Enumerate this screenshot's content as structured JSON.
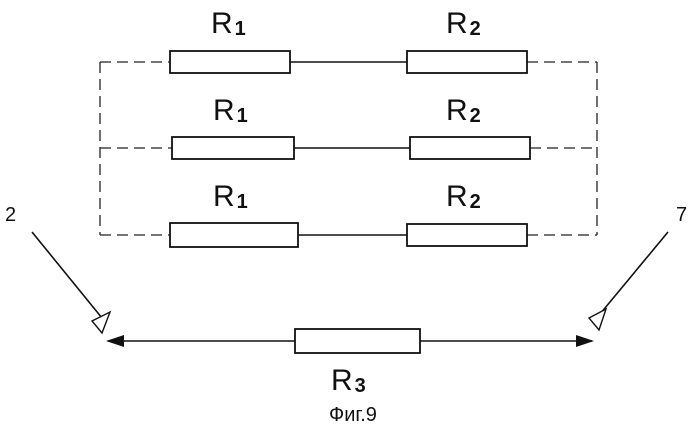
{
  "diagram": {
    "rows": [
      {
        "r1": {
          "main": "R",
          "sub": "1"
        },
        "r2": {
          "main": "R",
          "sub": "2"
        }
      },
      {
        "r1": {
          "main": "R",
          "sub": "1"
        },
        "r2": {
          "main": "R",
          "sub": "2"
        }
      },
      {
        "r1": {
          "main": "R",
          "sub": "1"
        },
        "r2": {
          "main": "R",
          "sub": "2"
        }
      }
    ],
    "r3": {
      "main": "R",
      "sub": "3"
    },
    "terminal_left": "2",
    "terminal_right": "7",
    "caption": "Фиг.9"
  }
}
